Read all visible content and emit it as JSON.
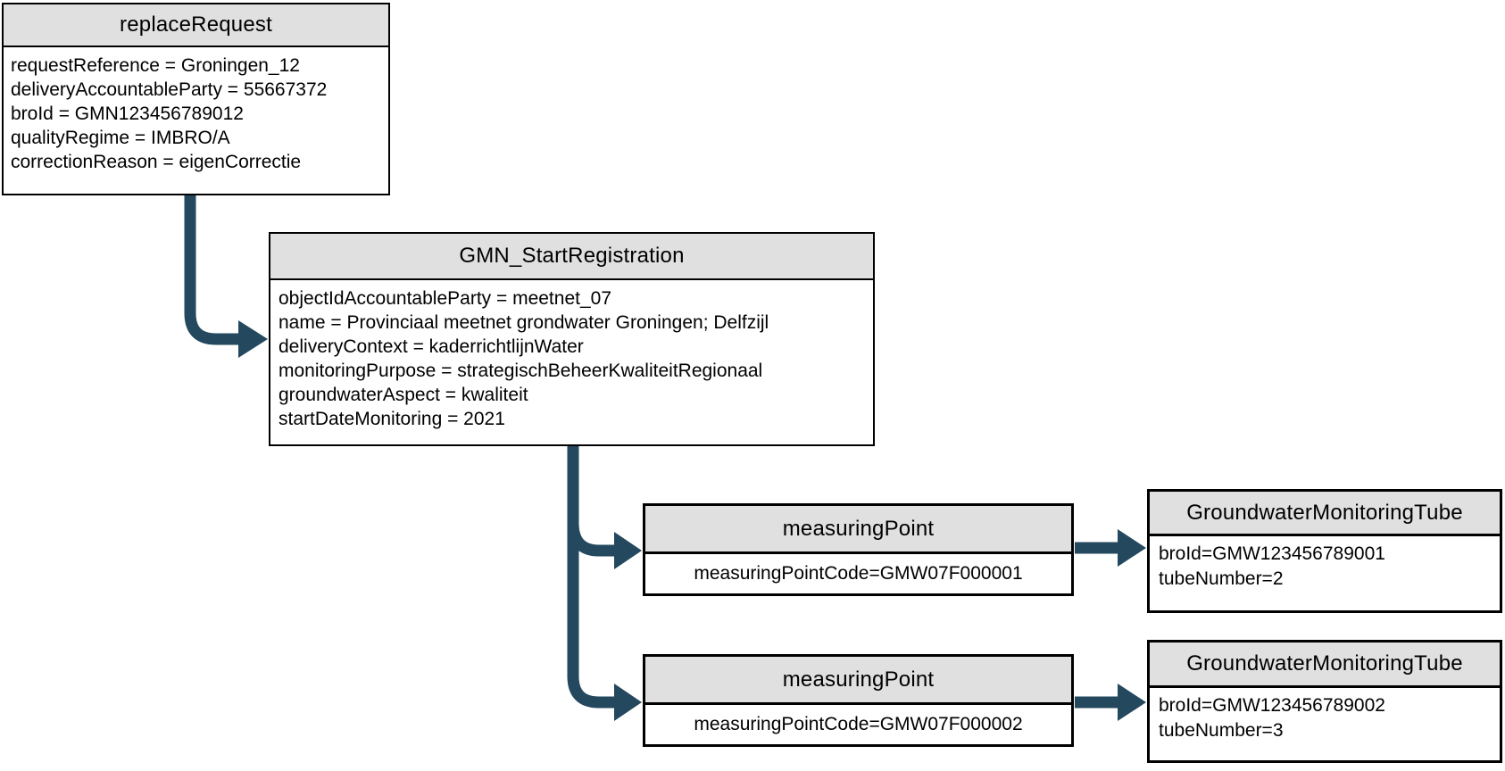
{
  "diagram": {
    "colors": {
      "arrow": "#24485e",
      "header_bg": "#e0e0e0",
      "border": "#000000",
      "text": "#000000",
      "background": "#ffffff"
    },
    "nodes": {
      "replace_request": {
        "title": "replaceRequest",
        "lines": [
          "requestReference = Groningen_12",
          "deliveryAccountableParty = 55667372",
          "broId = GMN123456789012",
          "qualityRegime = IMBRO/A",
          "correctionReason = eigenCorrectie"
        ]
      },
      "gmn_start_registration": {
        "title": "GMN_StartRegistration",
        "lines": [
          "objectIdAccountableParty = meetnet_07",
          "name = Provinciaal meetnet grondwater Groningen; Delfzijl",
          "deliveryContext = kaderrichtlijnWater",
          "monitoringPurpose = strategischBeheerKwaliteitRegionaal",
          "groundwaterAspect = kwaliteit",
          "startDateMonitoring = 2021"
        ]
      },
      "measuring_point_1": {
        "title": "measuringPoint",
        "lines": [
          "measuringPointCode=GMW07F000001"
        ]
      },
      "measuring_point_2": {
        "title": "measuringPoint",
        "lines": [
          "measuringPointCode=GMW07F000002"
        ]
      },
      "tube_1": {
        "title": "GroundwaterMonitoringTube",
        "lines": [
          "broId=GMW123456789001",
          "tubeNumber=2"
        ]
      },
      "tube_2": {
        "title": "GroundwaterMonitoringTube",
        "lines": [
          "broId=GMW123456789002",
          "tubeNumber=3"
        ]
      }
    }
  }
}
